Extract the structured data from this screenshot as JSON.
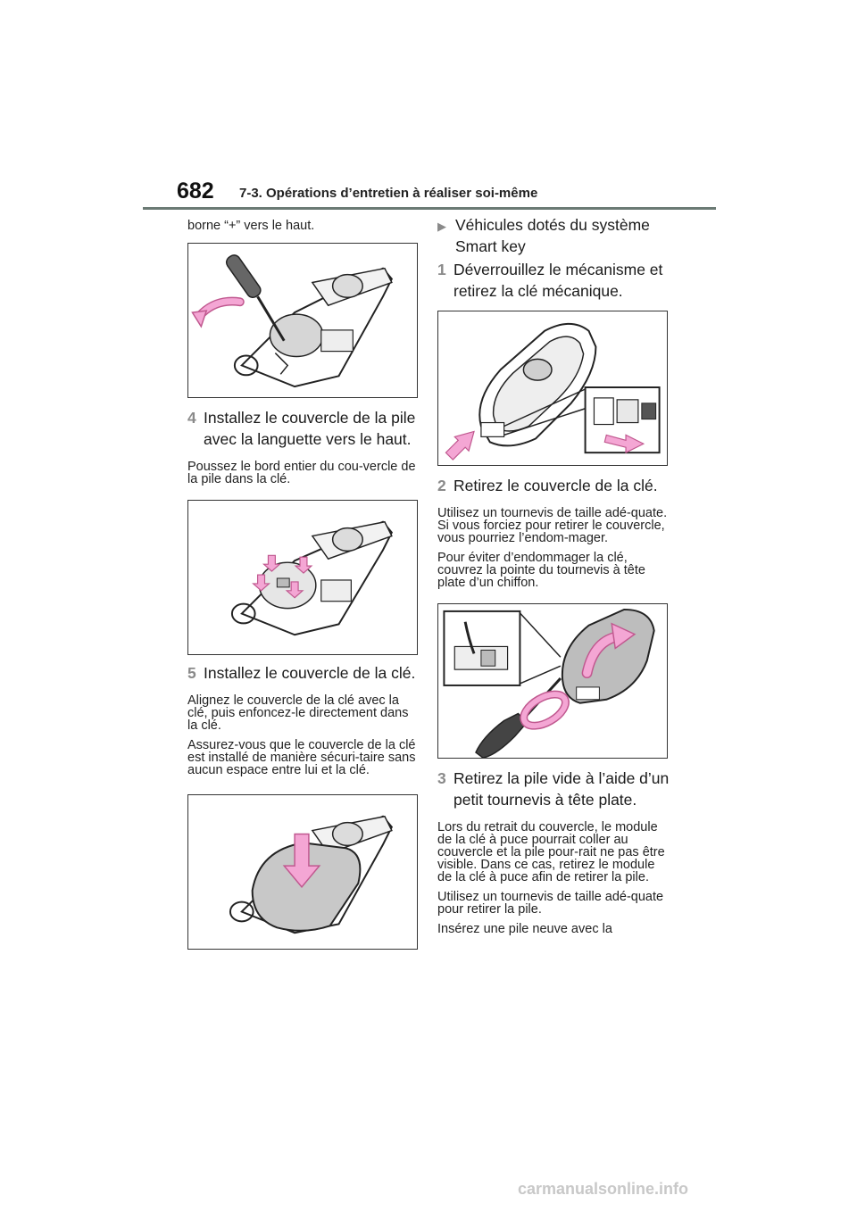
{
  "header": {
    "page_number": "682",
    "section": "7-3. Opérations d’entretien à réaliser soi-même"
  },
  "left": {
    "intro": "borne “+” vers le haut.",
    "step4": {
      "num": "4",
      "text": "Installez le couvercle de la pile avec la languette vers le haut.",
      "note": "Poussez le bord entier du cou-vercle de la pile dans la clé."
    },
    "step5": {
      "num": "5",
      "text": "Installez le couvercle de la clé.",
      "note1": "Alignez le couvercle de la clé avec la clé, puis enfoncez-le directement dans la clé.",
      "note2": "Assurez-vous que le couvercle de la clé est installé de manière sécuri-taire sans aucun espace entre lui et la clé."
    }
  },
  "right": {
    "heading": "Véhicules dotés du système Smart key",
    "step1": {
      "num": "1",
      "text": "Déverrouillez le mécanisme et retirez la clé mécanique."
    },
    "step2": {
      "num": "2",
      "text": "Retirez le couvercle de la clé.",
      "note1": "Utilisez un tournevis de taille adé-quate. Si vous forciez pour retirer le couvercle, vous pourriez l’endom-mager.",
      "note2": "Pour éviter d’endommager la clé, couvrez la pointe du tournevis à tête plate d’un chiffon."
    },
    "step3": {
      "num": "3",
      "text": "Retirez la pile vide à l’aide d’un petit tournevis à tête plate.",
      "note1": "Lors du retrait du couvercle, le module de la clé à puce pourrait coller au couvercle et la pile pour-rait ne pas être visible. Dans ce cas, retirez le module de la clé à puce afin de retirer la pile.",
      "note2": "Utilisez un tournevis de taille adé-quate pour retirer la pile.",
      "note3": "Insérez une pile neuve avec la"
    }
  },
  "footer": {
    "watermark": "carmanualsonline.info"
  },
  "colors": {
    "arrow_pink": "#f4a6d4",
    "arrow_stroke": "#c0588f",
    "rule": "#6b7a74"
  }
}
